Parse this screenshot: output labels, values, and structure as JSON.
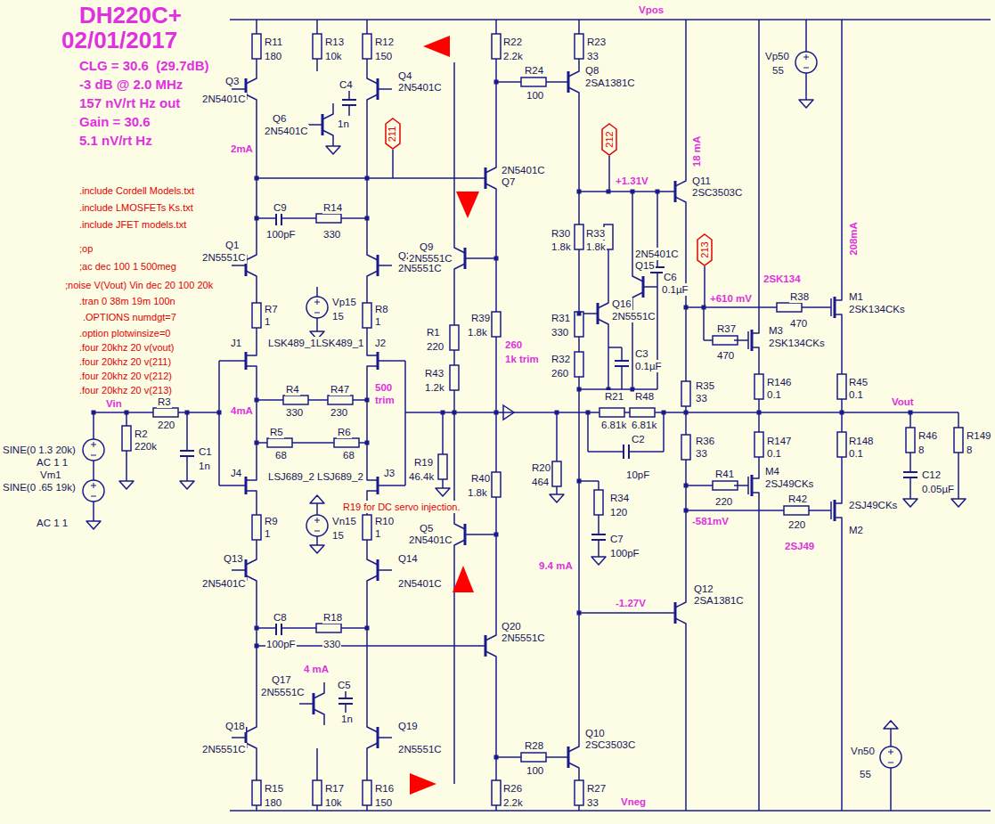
{
  "diagram": {
    "title": "DH220C+",
    "nodes": [
      {
        "text": [
          "211"
        ]
      },
      {
        "text": [
          "212"
        ]
      },
      {
        "text": [
          "213"
        ]
      }
    ],
    "labels": [
      "02/01/2017",
      "CLG = 30.6  (29.7dB)",
      "-3 dB @ 2.0 MHz",
      "157 nV/rt Hz out",
      "Gain = 30.6",
      "5.1 nV/rt Hz",
      ".include Cordell Models.txt",
      ".include LMOSFETs Ks.txt",
      ".include JFET models.txt",
      ";op",
      ";ac dec 100 1 500meg",
      ";noise V(Vout) Vin dec 20 100 20k",
      ".tran 0 38m 19m 100n",
      ".OPTIONS numdgt=7",
      ".option plotwinsize=0",
      ".four 20khz 20 v(vout)",
      ".four 20khz 20 v(211)",
      ".four 20khz 20 v(212)",
      ".four 20khz 20 v(213)",
      "R11",
      "180",
      "R13",
      "10k",
      "R12",
      "150",
      "Q3",
      "2N5401C",
      "Q4",
      "2N5401C",
      "C4",
      "1n",
      "Q6",
      "2N5401C",
      "2mA",
      "2N5401C",
      "Q7",
      "C9",
      "100pF",
      "R14",
      "330",
      "Q1",
      "2N5551C",
      "Q2",
      "2N5551C",
      "Vp15",
      "15",
      "R7",
      "1",
      "R8",
      "1",
      "J1",
      "LSK489_1LSK489_1",
      "J2",
      "4mA",
      "R4",
      "330",
      "R47",
      "230",
      "500",
      "trim",
      "R5",
      "68",
      "R6",
      "68",
      "J4",
      "LSJ689_2 LSJ689_2",
      "J3",
      "R9",
      "1",
      "R10",
      "1",
      "Vn15",
      "15",
      "Q13",
      "2N5401C",
      "Q14",
      "2N5401C",
      "C8",
      "100pF",
      "R18",
      "330",
      "4 mA",
      "Q17",
      "2N5551C",
      "C5",
      "1n",
      "Q18",
      "2N5551C",
      "Q19",
      "2N5551C",
      "R15",
      "180",
      "R17",
      "10k",
      "R16",
      "150",
      "Vin",
      "SINE(0 1.3 20k)",
      "AC 1 1",
      "Vm1",
      "SINE(0 .65 19k)",
      "AC 1 1",
      "R3",
      "220",
      "R2",
      "220k",
      "C1",
      "1n",
      "Q9",
      "2N5551C",
      "R1",
      "220",
      "R43",
      "1.2k",
      "R39",
      "1.8k",
      "260",
      "1k trim",
      "R19",
      "46.4k",
      "R19 for DC servo injection.",
      "R40",
      "1.8k",
      "R20",
      "464",
      "Q5",
      "2N5401C",
      "Q20",
      "2N5551C",
      "R22",
      "2.2k",
      "R23",
      "33",
      "R24",
      "100",
      "Q8",
      "2SA1381C",
      "+1.31V",
      "Q11",
      "2SC3503C",
      "18 mA",
      "R30",
      "1.8k",
      "R33",
      "1.8k",
      "2N5401C",
      "Q15",
      "Q16",
      "2N5551C",
      "C6",
      "0.1µF",
      "R31",
      "330",
      "R32",
      "260",
      "C3",
      "0.1µF",
      "R21",
      "6.81k",
      "R48",
      "6.81k",
      "C2",
      "10pF",
      "R34",
      "120",
      "C7",
      "100pF",
      "9.4 mA",
      "-1.27V",
      "Q12",
      "2SA1381C",
      "R28",
      "100",
      "Q10",
      "2SC3503C",
      "R26",
      "2.2k",
      "R27",
      "33",
      "Vpos",
      "Vneg",
      "Vp50",
      "55",
      "208mA",
      "2SK134",
      "+610 mV",
      "R38",
      "470",
      "M1",
      "2SK134CKs",
      "M3",
      "2SK134CKs",
      "R37",
      "470",
      "R146",
      "0.1",
      "R45",
      "0.1",
      "Vout",
      "R35",
      "33",
      "R36",
      "33",
      "R147",
      "0.1",
      "R148",
      "0.1",
      "R46",
      "8",
      "R149",
      "8",
      "C12",
      "0.05µF",
      "R41",
      "220",
      "M4",
      "2SJ49CKs",
      "-581mV",
      "R42",
      "220",
      "2SJ49CKs",
      "M2",
      "2SJ49",
      "Vn50",
      "55"
    ]
  }
}
